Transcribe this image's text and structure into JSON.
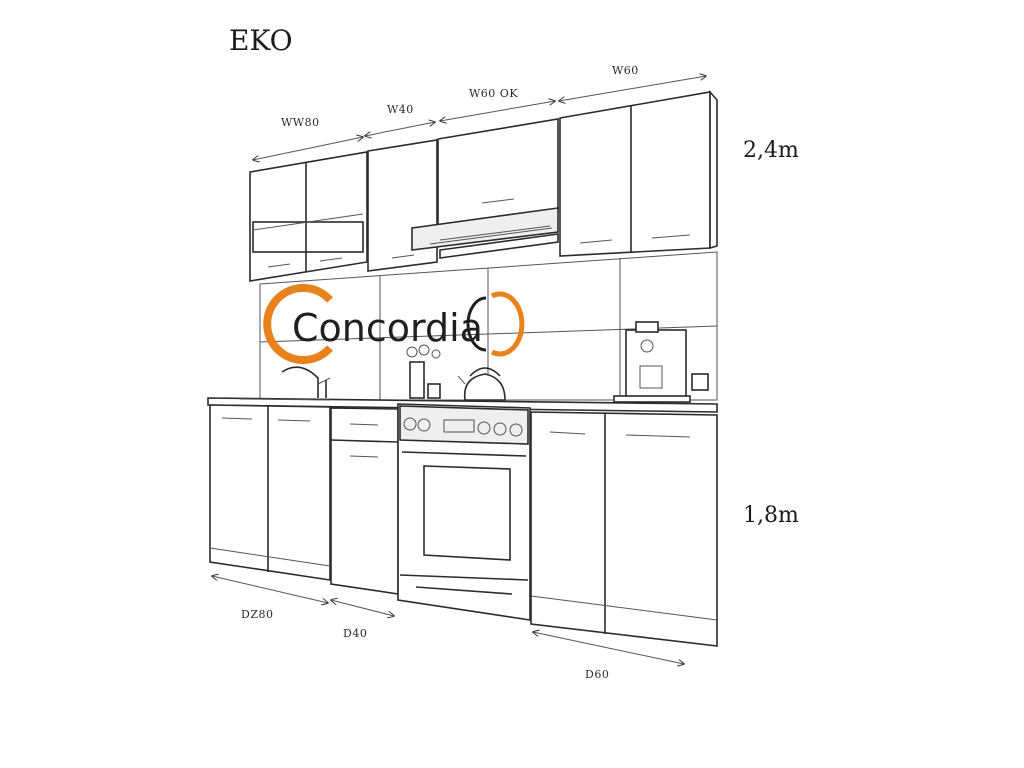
{
  "title": "EKO",
  "logo_text": "Concordia",
  "colors": {
    "logo_orange": "#E8821C",
    "logo_dark": "#1f1f1f",
    "line": "#2b2b2b"
  },
  "heights": {
    "upper": "2,4m",
    "lower": "1,8m"
  },
  "upper_labels": {
    "ww80": "WW80",
    "w40": "W40",
    "w60ok": "W60 OK",
    "w60": "W60"
  },
  "lower_labels": {
    "dz80": "DZ80",
    "d40": "D40",
    "d60": "D60"
  }
}
